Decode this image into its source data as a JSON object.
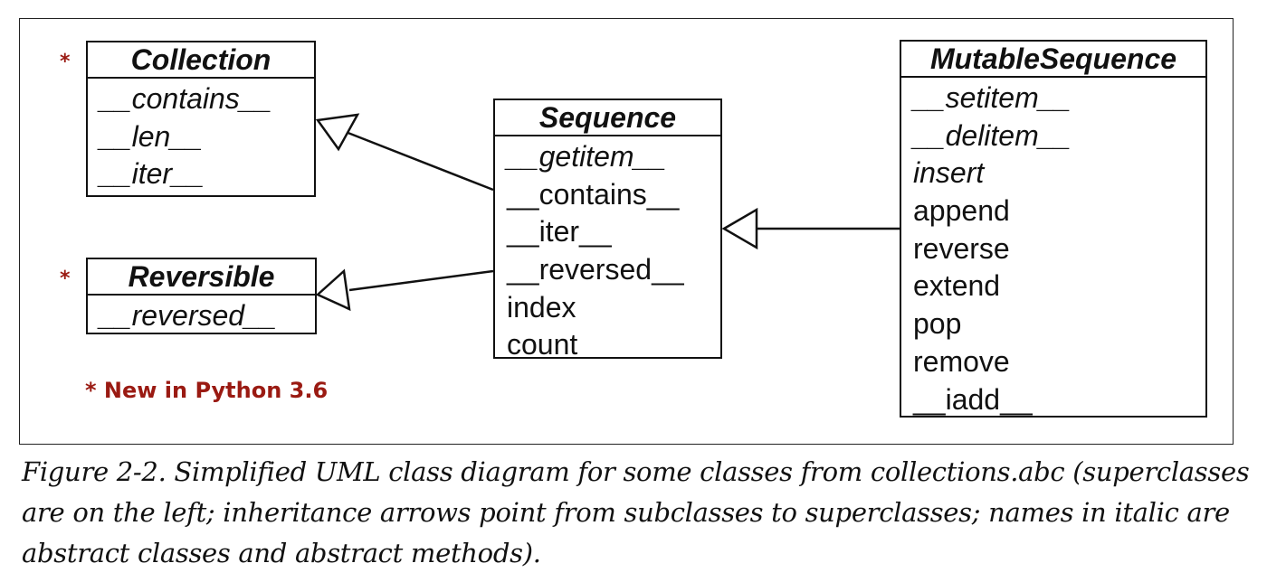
{
  "diagram": {
    "classes": {
      "collection": {
        "name": "Collection",
        "star": "*",
        "methods": [
          {
            "label": "__contains__",
            "abstract": true
          },
          {
            "label": "__len__",
            "abstract": true
          },
          {
            "label": "__iter__",
            "abstract": true
          }
        ]
      },
      "reversible": {
        "name": "Reversible",
        "star": "*",
        "methods": [
          {
            "label": "__reversed__",
            "abstract": true
          }
        ]
      },
      "sequence": {
        "name": "Sequence",
        "methods": [
          {
            "label": "__getitem__",
            "abstract": true
          },
          {
            "label": "__contains__",
            "abstract": false
          },
          {
            "label": "__iter__",
            "abstract": false
          },
          {
            "label": "__reversed__",
            "abstract": false
          },
          {
            "label": "index",
            "abstract": false
          },
          {
            "label": "count",
            "abstract": false
          }
        ]
      },
      "mutable_sequence": {
        "name": "MutableSequence",
        "methods": [
          {
            "label": "__setitem__",
            "abstract": true
          },
          {
            "label": "__delitem__",
            "abstract": true
          },
          {
            "label": "insert",
            "abstract": true
          },
          {
            "label": "append",
            "abstract": false
          },
          {
            "label": "reverse",
            "abstract": false
          },
          {
            "label": "extend",
            "abstract": false
          },
          {
            "label": "pop",
            "abstract": false
          },
          {
            "label": "remove",
            "abstract": false
          },
          {
            "label": "__iadd__",
            "abstract": false
          }
        ]
      }
    },
    "relations": [
      {
        "from": "Sequence",
        "to": "Collection",
        "kind": "inheritance"
      },
      {
        "from": "Sequence",
        "to": "Reversible",
        "kind": "inheritance"
      },
      {
        "from": "MutableSequence",
        "to": "Sequence",
        "kind": "inheritance"
      }
    ],
    "note": "* New in Python 3.6"
  },
  "caption": "Figure 2-2. Simplified UML class diagram for some classes from collections.abc (superclasses are on the left; inheritance arrows point from subclasses to superclasses; names in italic are abstract classes and abstract methods).",
  "colors": {
    "note": "#9a1a12",
    "line": "#111111"
  }
}
